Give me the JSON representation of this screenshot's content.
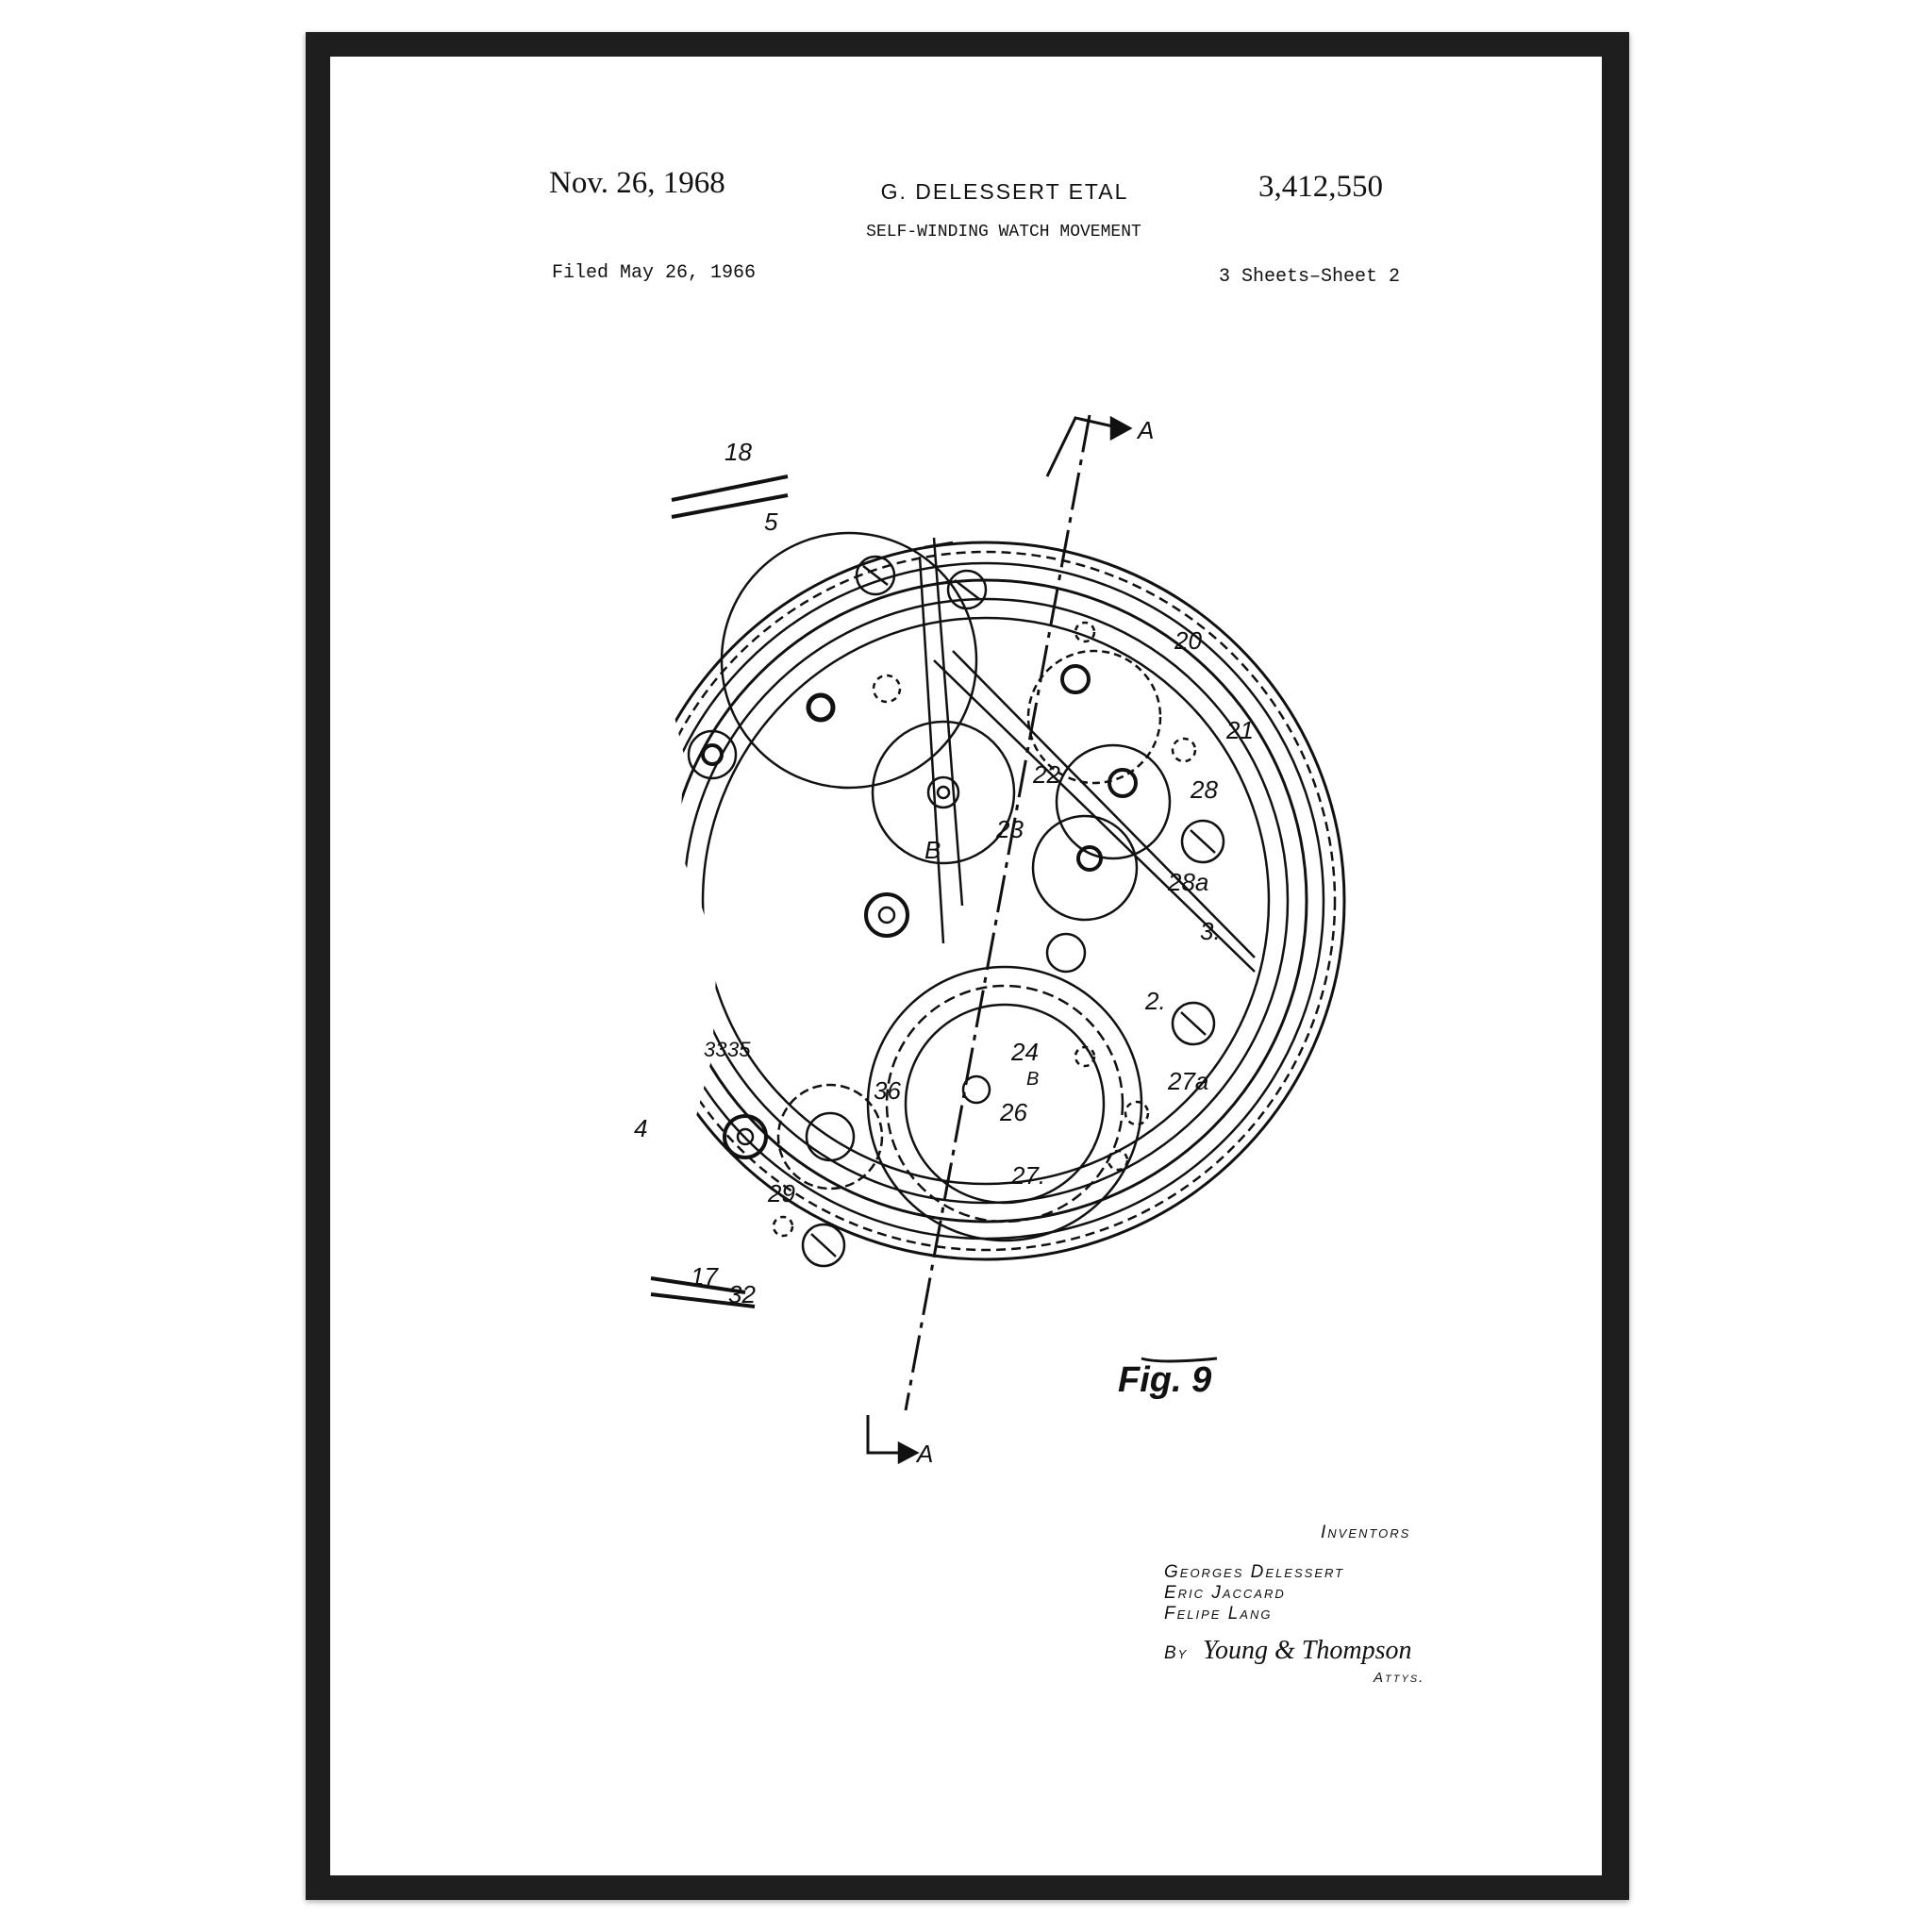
{
  "header": {
    "date": "Nov. 26, 1968",
    "inventor_short": "G. DELESSERT ETAL",
    "patent_number": "3,412,550",
    "title": "SELF-WINDING WATCH MOVEMENT",
    "filed": "Filed May 26, 1966",
    "sheets": "3 Sheets–Sheet 2"
  },
  "drawing": {
    "figure_label": "Fig. 9",
    "section_marks": [
      "A",
      "A"
    ],
    "reference_labels": [
      "18",
      "5",
      "20",
      "21",
      "22",
      "28",
      "23",
      "28a",
      "B",
      "3.",
      "2.",
      "24",
      "27a",
      "B",
      "26",
      "36",
      "33",
      "35",
      "4",
      "29",
      "27.",
      "17",
      "32"
    ]
  },
  "signature": {
    "heading": "Inventors",
    "names": [
      "Georges Delessert",
      "Eric Jaccard",
      "Felipe Lang"
    ],
    "by": "By",
    "attorney": "Young & Thompson",
    "attys": "Attys."
  },
  "colors": {
    "frame": "#1e1e1e",
    "paper": "#ffffff",
    "ink": "#111111"
  }
}
